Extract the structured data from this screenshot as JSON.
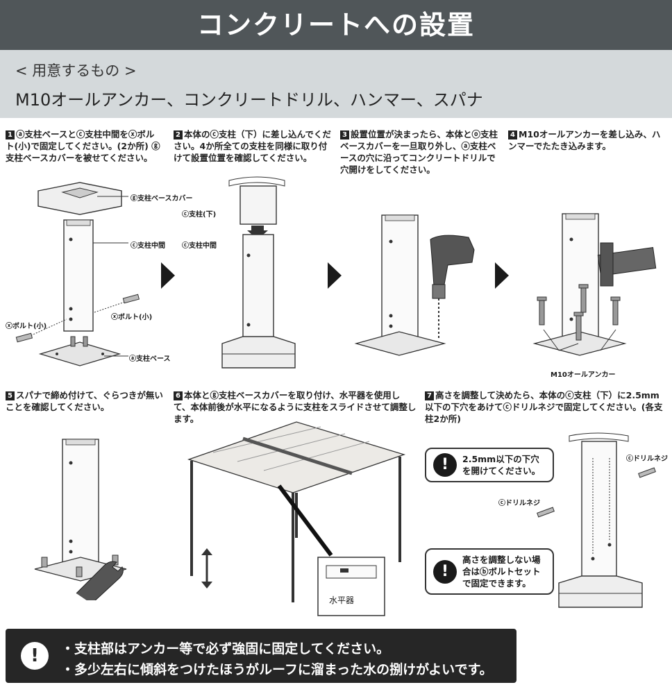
{
  "header": {
    "title": "コンクリートへの設置"
  },
  "needs": {
    "label": "< 用意するもの >",
    "items": "M10オールアンカー、コンクリートドリル、ハンマー、スパナ"
  },
  "steps": [
    {
      "num": "1",
      "text": "ⓐ支柱ベースとⓒ支柱中間をⓧボルト(小)で固定してください。(2か所) ⓖ支柱ベースカバーを被せてください。"
    },
    {
      "num": "2",
      "text": "本体のⓒ支柱（下）に差し込んでください。4か所全ての支柱を同様に取り付けて設置位置を確認してください。"
    },
    {
      "num": "3",
      "text": "設置位置が決まったら、本体とⓞ支柱ベースカバーを一旦取り外し、ⓐ支柱ベースの穴に沿ってコンクリートドリルで穴開けをしてください。"
    },
    {
      "num": "4",
      "text": "M10オールアンカーを差し込み、ハンマーでたたき込みます。"
    },
    {
      "num": "5",
      "text": "スパナで締め付けて、ぐらつきが無いことを確認してください。"
    },
    {
      "num": "6",
      "text": "本体とⓖ支柱ベースカバーを取り付け、水平器を使用して、本体前後が水平になるように支柱をスライドさせて調整します。"
    },
    {
      "num": "7",
      "text": "高さを調整して決めたら、本体のⓒ支柱（下）に2.5mm以下の下穴をあけてⓒドリルネジで固定してください。(各支柱2か所)"
    }
  ],
  "labels": {
    "cover": "ⓖ支柱ベースカバー",
    "mid": "ⓒ支柱中間",
    "bolt_left": "ⓧボルト(小)",
    "bolt_right": "ⓧボルト(小)",
    "base": "ⓐ支柱ベース",
    "post_lower": "ⓒ支柱(下)",
    "post_mid": "ⓒ支柱中間",
    "anchor": "M10オールアンカー",
    "level": "水平器",
    "drill_screw_right": "ⓒドリルネジ",
    "drill_screw_left": "ⓒドリルネジ"
  },
  "notes": {
    "pilot": "2.5mm以下の下穴を開けてください。",
    "height": "高さを調整しない場合はⓑボルトセットで固定できます。"
  },
  "footer": {
    "line1": "・支柱部はアンカー等で必ず強固に固定してください。",
    "line2": "・多少左右に傾斜をつけたほうがルーフに溜まった水の捌けがよいです。"
  }
}
